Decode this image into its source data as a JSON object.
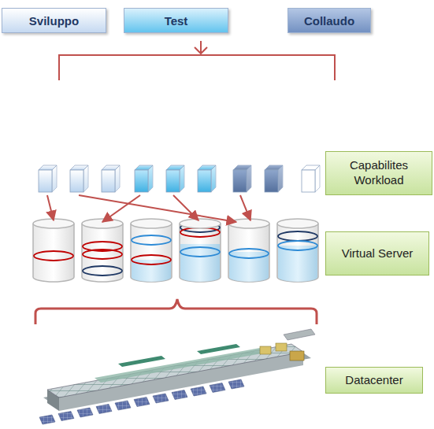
{
  "diagram": {
    "nodes": [
      {
        "text": [
          "Sviluppo"
        ]
      },
      {
        "text": [
          "Test"
        ]
      },
      {
        "text": [
          "Collaudo"
        ]
      },
      {
        "text": [
          "Capabilites Workload"
        ]
      },
      {
        "text": [
          "Virtual Server"
        ]
      },
      {
        "text": [
          "Datacenter"
        ]
      }
    ]
  }
}
